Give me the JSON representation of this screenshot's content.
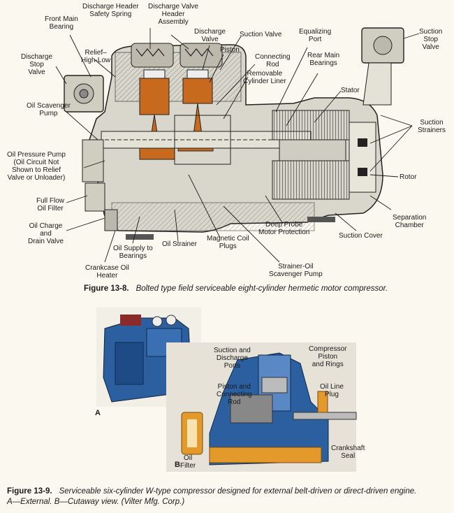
{
  "figure_13_8": {
    "labels": {
      "discharge_header_safety_spring": "Discharge Header\nSafety Spring",
      "discharge_valve_header_assembly": "Discharge Valve\nHeader\nAssembly",
      "front_main_bearing": "Front Main\nBearing",
      "discharge_stop_valve": "Discharge\nStop\nValve",
      "relief_high_low": "Relief–\nHigh-Low",
      "discharge_valve": "Discharge\nValve",
      "suction_valve": "Suction Valve",
      "piston": "Piston",
      "equalizing_port": "Equalizing\nPort",
      "connecting_rod": "Connecting\nRod",
      "removable_cylinder_liner": "Removable\nCylinder Liner",
      "rear_main_bearings": "Rear Main\nBearings",
      "stator": "Stator",
      "suction_stop_valve": "Suction\nStop\nValve",
      "oil_scavenger_pump": "Oil Scavenger\nPump",
      "suction_strainers": "Suction\nStrainers",
      "oil_pressure_pump": "Oil Pressure Pump\n(Oil Circuit Not\nShown to Relief\nValve or Unloader)",
      "rotor": "Rotor",
      "full_flow_oil_filter": "Full Flow\nOil Filter",
      "separation_chamber": "Separation\nChamber",
      "oil_charge_drain_valve": "Oil Charge\nand\nDrain Valve",
      "deep_probe_motor_protection": "Deep Probe\nMotor Protection",
      "magnetic_coil_plugs": "Magnetic Coil\nPlugs",
      "oil_strainer": "Oil Strainer",
      "suction_cover": "Suction Cover",
      "oil_supply_to_bearings": "Oil Supply to\nBearings",
      "crankcase_oil_heater": "Crankcase Oil\nHeater",
      "strainer_oil_scavenger_pump": "Strainer-Oil\nScavenger Pump"
    },
    "caption_number": "Figure 13-8.",
    "caption_text": "Bolted type field serviceable eight-cylinder hermetic motor compressor."
  },
  "figure_13_9": {
    "panel_a_label": "A",
    "panel_b_label": "B",
    "labels": {
      "suction_discharge_ports": "Suction and\nDischarge\nPorts",
      "compressor_piston_rings": "Compressor\nPiston\nand Rings",
      "oil_line_plug": "Oil Line\nPlug",
      "piston_connecting_rod": "Piston and\nConnecting\nRod",
      "oil_filter": "Oil\nFilter",
      "crankshaft_seal": "Crankshaft\nSeal"
    },
    "caption_number": "Figure 13-9.",
    "caption_text": "Serviceable six-cylinder W-type compressor designed for external belt-driven or direct-driven engine.",
    "caption_line2": "A—External. B—Cutaway view. (Vilter Mfg. Corp.)"
  },
  "colors": {
    "paper": "#fbf8ef",
    "ink": "#1a1a1a",
    "copper": "#c86a1e",
    "photo_blue": "#2b5fa0",
    "cutaway_orange": "#e39a2a"
  }
}
